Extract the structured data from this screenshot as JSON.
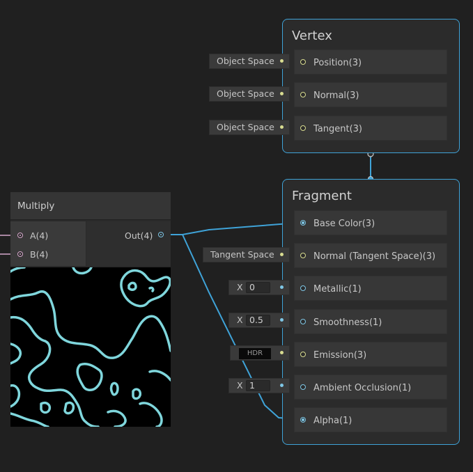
{
  "multiply": {
    "title": "Multiply",
    "inputs": [
      "A(4)",
      "B(4)"
    ],
    "output": "Out(4)",
    "preview_description": "cyan contour noise preview"
  },
  "vertex": {
    "title": "Vertex",
    "blocks": [
      {
        "label": "Position(3)",
        "chip": "Object Space"
      },
      {
        "label": "Normal(3)",
        "chip": "Object Space"
      },
      {
        "label": "Tangent(3)",
        "chip": "Object Space"
      }
    ]
  },
  "fragment": {
    "title": "Fragment",
    "blocks": [
      {
        "label": "Base Color(3)"
      },
      {
        "label": "Normal (Tangent Space)(3)",
        "chip": "Tangent Space"
      },
      {
        "label": "Metallic(1)",
        "x_label": "X",
        "value": "0"
      },
      {
        "label": "Smoothness(1)",
        "x_label": "X",
        "value": "0.5"
      },
      {
        "label": "Emission(3)",
        "hdr": "HDR"
      },
      {
        "label": "Ambient Occlusion(1)",
        "x_label": "X",
        "value": "1"
      },
      {
        "label": "Alpha(1)"
      }
    ]
  },
  "colors": {
    "stack_border": "#3fa3d8",
    "wire_float": "#3fa3d8",
    "port_vector3": "#d8dc90",
    "port_vector4": "#d6a8cc",
    "port_float": "#7fc7e6",
    "preview_contour": "#7fd6dc"
  }
}
